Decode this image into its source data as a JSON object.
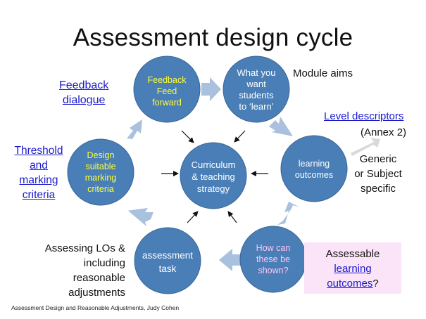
{
  "title": "Assessment design cycle",
  "circles": {
    "feedback": [
      "Feedback",
      "Feed",
      "forward"
    ],
    "what": [
      "What you",
      "want",
      "students",
      "to ‘learn’"
    ],
    "outcomes": [
      "learning",
      "outcomes"
    ],
    "shown": [
      "How can",
      "these be",
      "shown?"
    ],
    "task": [
      "assessment",
      "task"
    ],
    "design": [
      "Design",
      "suitable",
      "marking",
      "criteria"
    ],
    "center": [
      "Curriculum",
      "& teaching",
      "strategy"
    ]
  },
  "labels": {
    "feedback_dialogue": [
      "Feedback",
      "dialogue"
    ],
    "module_aims": "Module aims",
    "level_descriptors": "Level descriptors",
    "annex": "(Annex 2)",
    "generic": [
      "Generic",
      "or Subject",
      "specific"
    ],
    "threshold": [
      "Threshold",
      "and",
      "marking",
      "criteria"
    ],
    "assessing": [
      "Assessing LOs &",
      "including reasonable",
      "adjustments"
    ],
    "assessable": "Assessable",
    "learning": "learning",
    "outcomes_q": "outcomes",
    "question_mark": "?"
  },
  "footer": "Assessment Design and Reasonable Adjustments, Judy Cohen",
  "colors": {
    "circle": "#4a7eb7",
    "circle_edge": "#3a6598",
    "arrow": "#a9c0df",
    "feedback_text": "#ffff33",
    "shown_text": "#ffc6f2",
    "link": "#1a1acc",
    "box": "#fbe4f8"
  }
}
